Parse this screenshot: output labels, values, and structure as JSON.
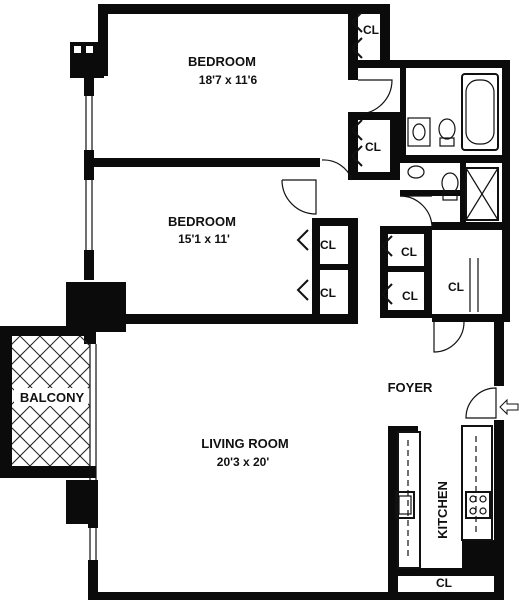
{
  "rooms": {
    "bedroom1": {
      "name": "BEDROOM",
      "dims": "18'7  x 11'6"
    },
    "bedroom2": {
      "name": "BEDROOM",
      "dims": "15'1  x 11'"
    },
    "living": {
      "name": "LIVING ROOM",
      "dims": "20'3 x 20'"
    },
    "balcony": {
      "name": "BALCONY"
    },
    "foyer": {
      "name": "FOYER"
    },
    "kitchen": {
      "name": "KITCHEN"
    }
  },
  "closets": [
    "CL",
    "CL",
    "CL",
    "CL",
    "CL",
    "CL",
    "CL",
    "CL"
  ],
  "entry": {
    "icon": "entry-arrow-icon"
  }
}
